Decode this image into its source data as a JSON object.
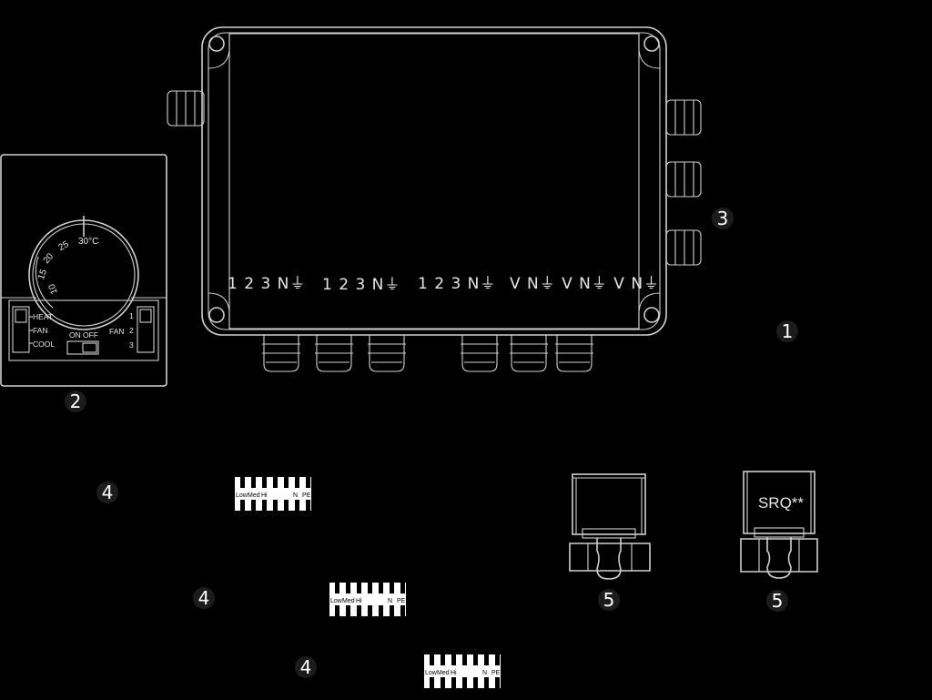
{
  "junction_box": {
    "groups": [
      "1 2 3 N⏚",
      "1 2 3 N⏚",
      "1 2 3 N⏚",
      "V N⏚ V N⏚ V N⏚"
    ]
  },
  "thermostat": {
    "dial_max": "30°C",
    "dial_ticks": [
      "25",
      "20",
      "15",
      "10"
    ],
    "mode_labels": [
      "HEAT",
      "FAN",
      "COOL"
    ],
    "on_label": "ON",
    "off_label": "OFF",
    "fan_label": "FAN",
    "fan_speeds": [
      "1",
      "2",
      "3"
    ]
  },
  "terminal_strip": {
    "labels": [
      "Low",
      "Med",
      "Hi",
      "N",
      "PE"
    ]
  },
  "valve": {
    "label": "SRQ**"
  },
  "callouts": {
    "c1": "1",
    "c2": "2",
    "c3": "3",
    "c4a": "4",
    "c4b": "4",
    "c4c": "4",
    "c5a": "5",
    "c5b": "5"
  }
}
